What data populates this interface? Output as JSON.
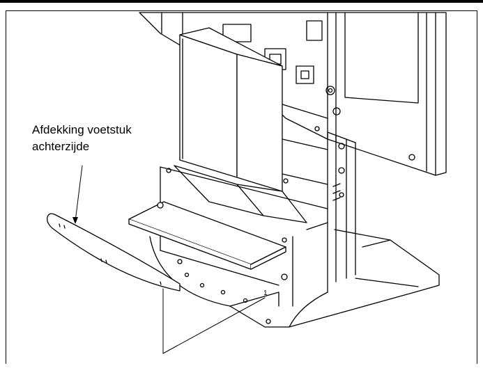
{
  "callout": {
    "line1": "Afdekking voetstuk",
    "line2": "achterzijde"
  },
  "marker": {
    "number": "1"
  },
  "colors": {
    "line": "#000000",
    "background": "#ffffff"
  }
}
